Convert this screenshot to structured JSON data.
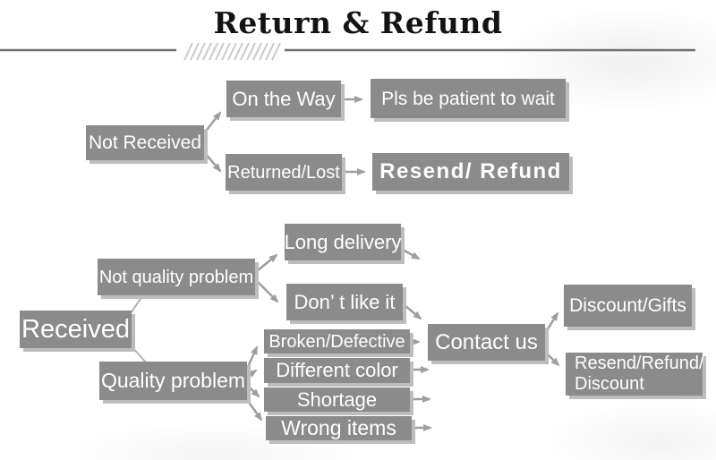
{
  "header": {
    "title": "Return & Refund",
    "hatch_decoration": "diagonal-hatch"
  },
  "flow": {
    "not_received": {
      "label": "Not Received"
    },
    "on_the_way": {
      "label": "On the Way"
    },
    "pls_wait": {
      "label": "Pls be patient to wait"
    },
    "returned_lost": {
      "label": "Returned/Lost"
    },
    "resend_refund": {
      "label": "Resend/ Refund"
    },
    "received": {
      "label": "Received"
    },
    "not_quality_problem": {
      "label": "Not quality problem"
    },
    "long_delivery": {
      "label": "Long delivery"
    },
    "dont_like_it": {
      "label": "Don’ t like it"
    },
    "quality_problem": {
      "label": "Quality problem"
    },
    "broken_defective": {
      "label": "Broken/Defective"
    },
    "different_color": {
      "label": "Different color"
    },
    "shortage": {
      "label": "Shortage"
    },
    "wrong_items": {
      "label": "Wrong items"
    },
    "contact_us": {
      "label": "Contact us"
    },
    "discount_gifts": {
      "label": "Discount/Gifts"
    },
    "resend_refund_discount": {
      "label": "Resend/Refund/\nDiscount"
    }
  },
  "colors": {
    "node_bg": "#8b8b8b",
    "node_text": "#ffffff",
    "node_shadow": "#bdbdbd",
    "arrow": "#9e9e9e",
    "connector": "#b3b3b3",
    "divider": "#6f6f6f",
    "hatch": "#c9c9c9",
    "title_text": "#131313",
    "background": "#ffffff"
  }
}
